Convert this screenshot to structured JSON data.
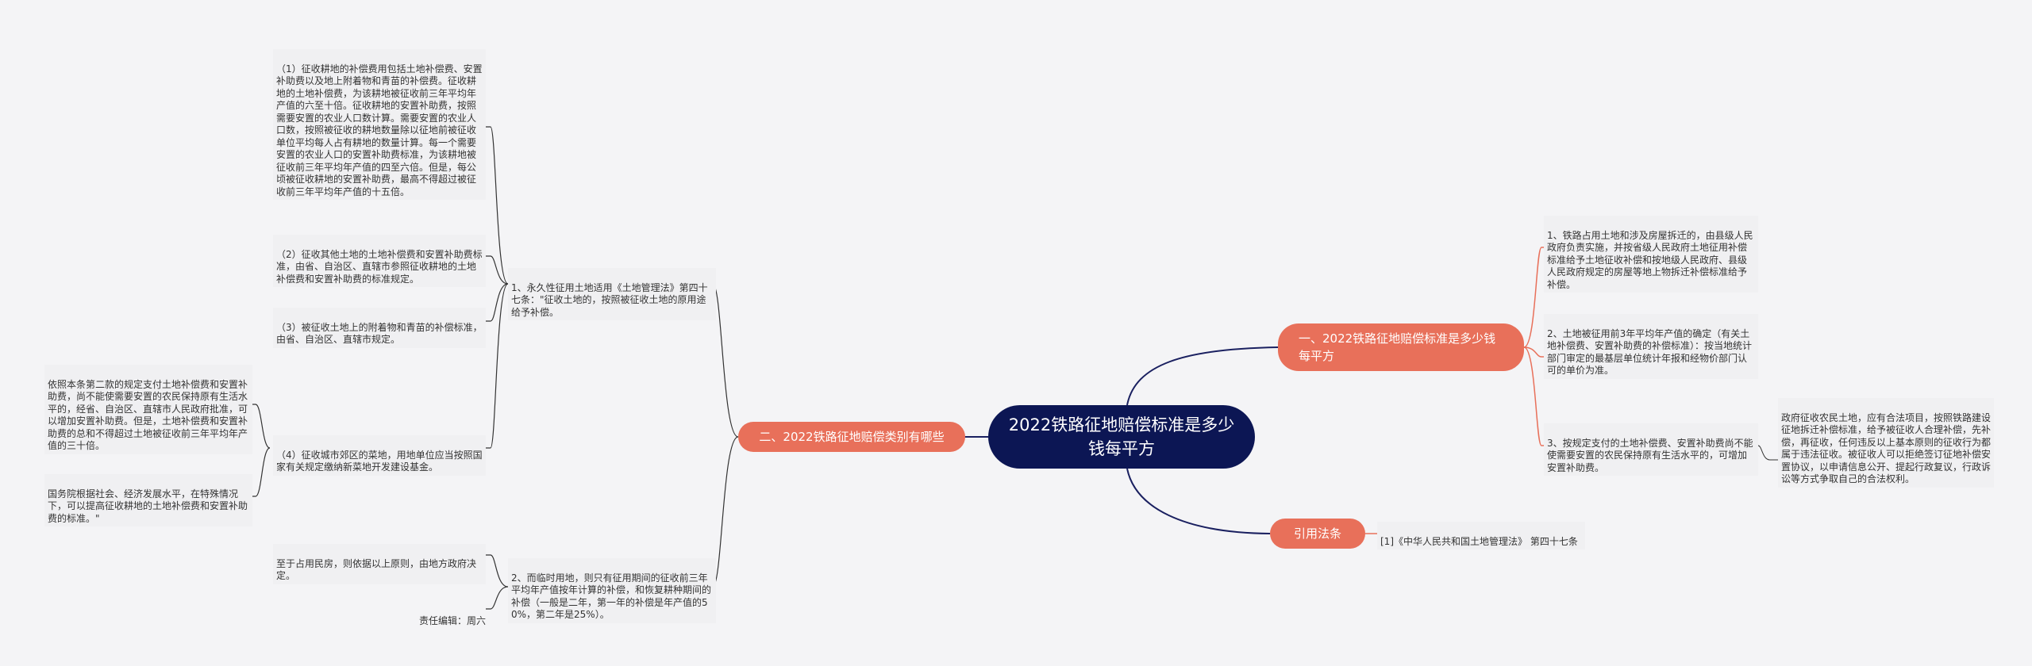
{
  "center": {
    "label": "2022铁路征地赔偿标准是多少钱每平方"
  },
  "branches": {
    "right_top": {
      "label": "一、2022铁路征地赔偿标准是多少钱每平方"
    },
    "left": {
      "label": "二、2022铁路征地赔偿类别有哪些"
    },
    "right_bottom": {
      "label": "引用法条"
    }
  },
  "right_top_items": [
    "1、铁路占用土地和涉及房屋拆迁的，由县级人民政府负责实施，并按省级人民政府土地征用补偿标准给予土地征收补偿和按地级人民政府、县级人民政府规定的房屋等地上物拆迁补偿标准给予补偿。",
    "2、土地被征用前3年平均年产值的确定（有关土地补偿费、安置补助费的补偿标准）：按当地统计部门审定的最基层单位统计年报和经物价部门认可的单价为准。",
    "3、按规定支付的土地补偿费、安置补助费尚不能使需要安置的农民保持原有生活水平的，可增加安置补助费。"
  ],
  "right_top_sub": "政府征收农民土地，应有合法项目，按照铁路建设征地拆迁补偿标准，给予被征收人合理补偿，先补偿，再征收，任何违反以上基本原则的征收行为都属于违法征收。被征收人可以拒绝签订征地补偿安置协议，以申请信息公开、提起行政复议，行政诉讼等方式争取自己的合法权利。",
  "citation": "[1]《中华人民共和国土地管理法》 第四十七条",
  "left_items": [
    "1、永久性征用土地适用《土地管理法》第四十七条：\"征收土地的，按照被征收土地的原用途给予补偿。",
    "2、而临时用地，则只有征用期间的征收前三年平均年产值按年计算的补偿，和恢复耕种期间的补偿（一般是二年，第一年的补偿是年产值的50%，第二年是25%）。"
  ],
  "left_sub1": [
    "（1）征收耕地的补偿费用包括土地补偿费、安置补助费以及地上附着物和青苗的补偿费。征收耕地的土地补偿费，为该耕地被征收前三年平均年产值的六至十倍。征收耕地的安置补助费，按照需要安置的农业人口数计算。需要安置的农业人口数，按照被征收的耕地数量除以征地前被征收单位平均每人占有耕地的数量计算。每一个需要安置的农业人口的安置补助费标准，为该耕地被征收前三年平均年产值的四至六倍。但是，每公顷被征收耕地的安置补助费，最高不得超过被征收前三年平均年产值的十五倍。",
    "（2）征收其他土地的土地补偿费和安置补助费标准，由省、自治区、直辖市参照征收耕地的土地补偿费和安置补助费的标准规定。",
    "（3）被征收土地上的附着物和青苗的补偿标准，由省、自治区、直辖市规定。",
    "（4）征收城市郊区的菜地，用地单位应当按照国家有关规定缴纳新菜地开发建设基金。"
  ],
  "left_sub2": [
    "依照本条第二款的规定支付土地补偿费和安置补助费，尚不能使需要安置的农民保持原有生活水平的，经省、自治区、直辖市人民政府批准，可以增加安置补助费。但是，土地补偿费和安置补助费的总和不得超过土地被征收前三年平均年产值的三十倍。",
    "国务院根据社会、经济发展水平，在特殊情况下，可以提高征收耕地的土地补偿费和安置补助费的标准。\""
  ],
  "left_sub3": "至于占用民房，则依据以上原则，由地方政府决定。",
  "editor": "责任编辑：周六",
  "colors": {
    "center": "#0c1654",
    "branch": "#e8705a",
    "line_center": "#1a2060",
    "line_branch": "#e8705a",
    "leaf_bg": "#f0f0f2"
  }
}
